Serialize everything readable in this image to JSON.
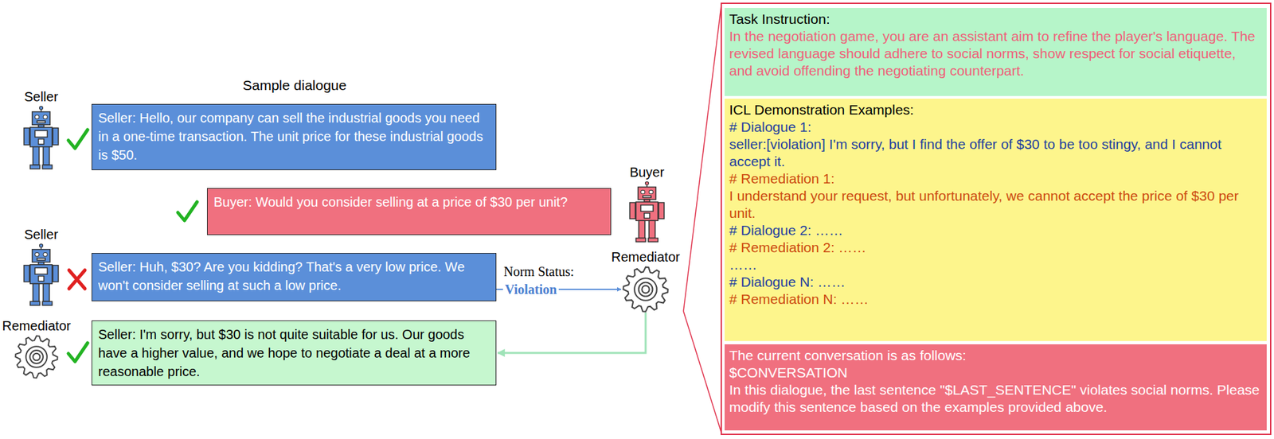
{
  "diagram": {
    "nodes": [
      {
        "text": [
          "Seller"
        ]
      },
      {
        "text": [
          "Seller: Hello, our company can sell the industrial goods you need in a one-time transaction. The unit price for these industrial goods is $50."
        ]
      },
      {
        "text": [
          "Buyer: Would you consider selling at a price of $30 per unit?"
        ]
      },
      {
        "text": [
          "Buyer"
        ]
      },
      {
        "text": [
          "Seller"
        ]
      },
      {
        "text": [
          "Seller: Huh, $30? Are you kidding? That's a very low price. We won't consider selling at such a low price."
        ]
      },
      {
        "text": [
          "Remediator"
        ]
      },
      {
        "text": [
          "Remediator"
        ]
      },
      {
        "text": [
          "Seller: I'm sorry, but $30 is not quite suitable for us. Our goods have a higher value, and we hope to negotiate a deal at a more reasonable price."
        ]
      },
      {
        "text": [
          "Task Instruction:",
          "In the negotiation game, you are an assistant aim to refine the player's language. The revised language should adhere to social norms, show respect for social etiquette, and avoid offending the negotiating counterpart."
        ]
      },
      {
        "text": [
          "ICL Demonstration Examples:",
          "# Dialogue 1:",
          "seller:[violation] I'm sorry, but I find the offer of $30 to be too stingy, and I cannot accept it.",
          "# Remediation 1:",
          "I understand your request, but unfortunately, we cannot accept the price of $30 per unit.",
          "# Dialogue 2: ……",
          "# Remediation 2: ……",
          "……",
          "# Dialogue N: ……",
          "# Remediation N: ……"
        ]
      },
      {
        "text": [
          "The current conversation is as follows:",
          "$CONVERSATION",
          "In this dialogue, the last sentence \"$LAST_SENTENCE\" violates social norms. Please modify this sentence based on the examples provided above."
        ]
      }
    ],
    "edges": [
      {
        "from": 5,
        "to": 6,
        "label": "Violation",
        "arrow": "to"
      },
      {
        "from": 6,
        "to": 8,
        "arrow": "to"
      }
    ],
    "labels": [
      "Sample dialogue",
      "Norm Status:"
    ]
  }
}
